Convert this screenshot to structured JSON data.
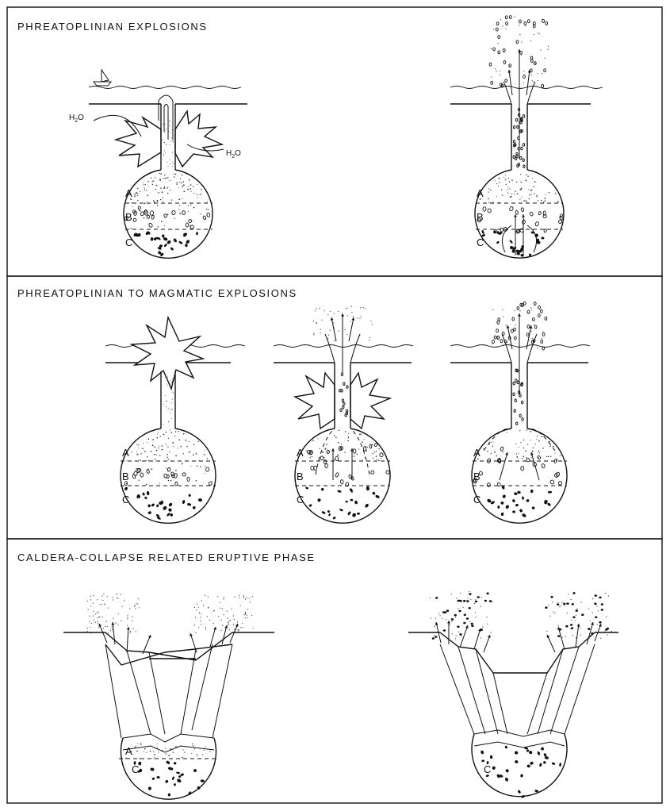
{
  "panels": [
    {
      "title": "PHREATOPLINIAN EXPLOSIONS"
    },
    {
      "title": "PHREATOPLINIAN TO MAGMATIC  EXPLOSIONS"
    },
    {
      "title": "CALDERA-COLLAPSE RELATED ERUPTIVE PHASE"
    }
  ],
  "labels": {
    "layer_a": "A",
    "layer_b": "B",
    "layer_c": "C",
    "water_h": "H",
    "water_sub": "2",
    "water_o": "O"
  }
}
